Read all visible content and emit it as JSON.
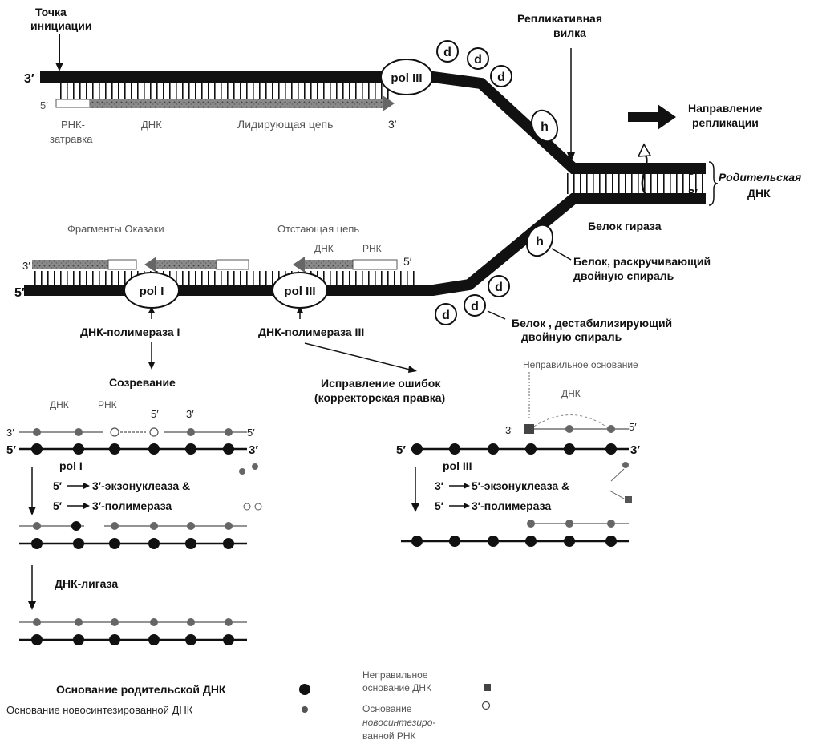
{
  "labels": {
    "init_line1": "Точка",
    "init_line2": "инициации",
    "fork_line1": "Репликативная",
    "fork_line2": "вилка",
    "direction_line1": "Направление",
    "direction_line2": "репликации",
    "parent_line1": "Родительская",
    "parent_line2": "ДНК",
    "gyrase": "Белок гираза",
    "helicase_line1": "Белок, раскручивающий",
    "helicase_line2": "двойную спираль",
    "ssb_line1": "Белок , дестабилизирующий",
    "ssb_line2": "двойную спираль",
    "primer_line1": "РНК-",
    "primer_line2": "затравка",
    "leading_dna": "ДНК",
    "leading_strand": "Лидирующая цепь",
    "okazaki": "Фрагменты Оказаки",
    "lagging_strand": "Отстающая цепь",
    "lagging_dna": "ДНК",
    "lagging_rna": "РНК",
    "pol1_name": "ДНК-полимераза I",
    "pol3_name": "ДНК-полимераза III",
    "maturation": "Созревание",
    "proof_line1": "Исправление ошибок",
    "proof_line2": "(корректорская правка)",
    "wrong_base": "Неправильное основание",
    "ligase": "ДНК-лигаза",
    "left_dna": "ДНК",
    "left_rna": "РНК",
    "right_dna": "ДНК",
    "exo53": "3′-экзонуклеаза &",
    "exo35": "5′-экзонуклеаза &",
    "poly": "3′-полимераза",
    "legend_parent": "Основание  родительской ДНК",
    "legend_new": "Основание новосинтезированной ДНК",
    "legend_wrong_l1": "Неправильное",
    "legend_wrong_l2": "основание ДНК",
    "legend_rna_l1": "Основание",
    "legend_rna_l2": "новосинтезиро-",
    "legend_rna_l3": "ванной РНК"
  },
  "enzymes": {
    "pol3": "pol III",
    "pol1": "pol I",
    "dstab": "d",
    "helix": "h"
  },
  "ends": {
    "three": "3′",
    "five": "5′"
  }
}
